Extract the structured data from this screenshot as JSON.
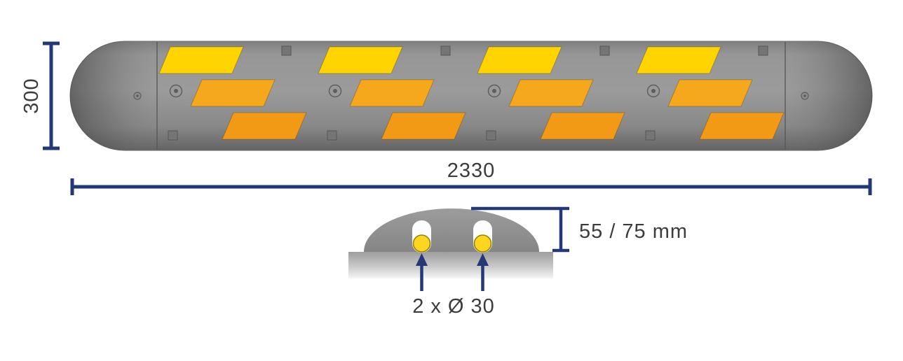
{
  "colors": {
    "dimension_line": "#233876",
    "label_text": "#3c3c3c",
    "body_gray": "#949494",
    "body_gray_dark": "#676767",
    "end_cap_dark": "#4a4a4a",
    "stripe_yellow": "#ffd400",
    "stripe_orange_mid": "#f6a81c",
    "stripe_orange_bottom": "#f29a15",
    "marker_square": "#757575",
    "cable_yellow": "#ffd61f",
    "road_gray": "#9d9d9d"
  },
  "top_view": {
    "length_dimension": "2330",
    "width_dimension": "300"
  },
  "cross_section": {
    "height_dimension": "55 / 75 mm",
    "channel_dimension": "2 x Ø 30"
  }
}
